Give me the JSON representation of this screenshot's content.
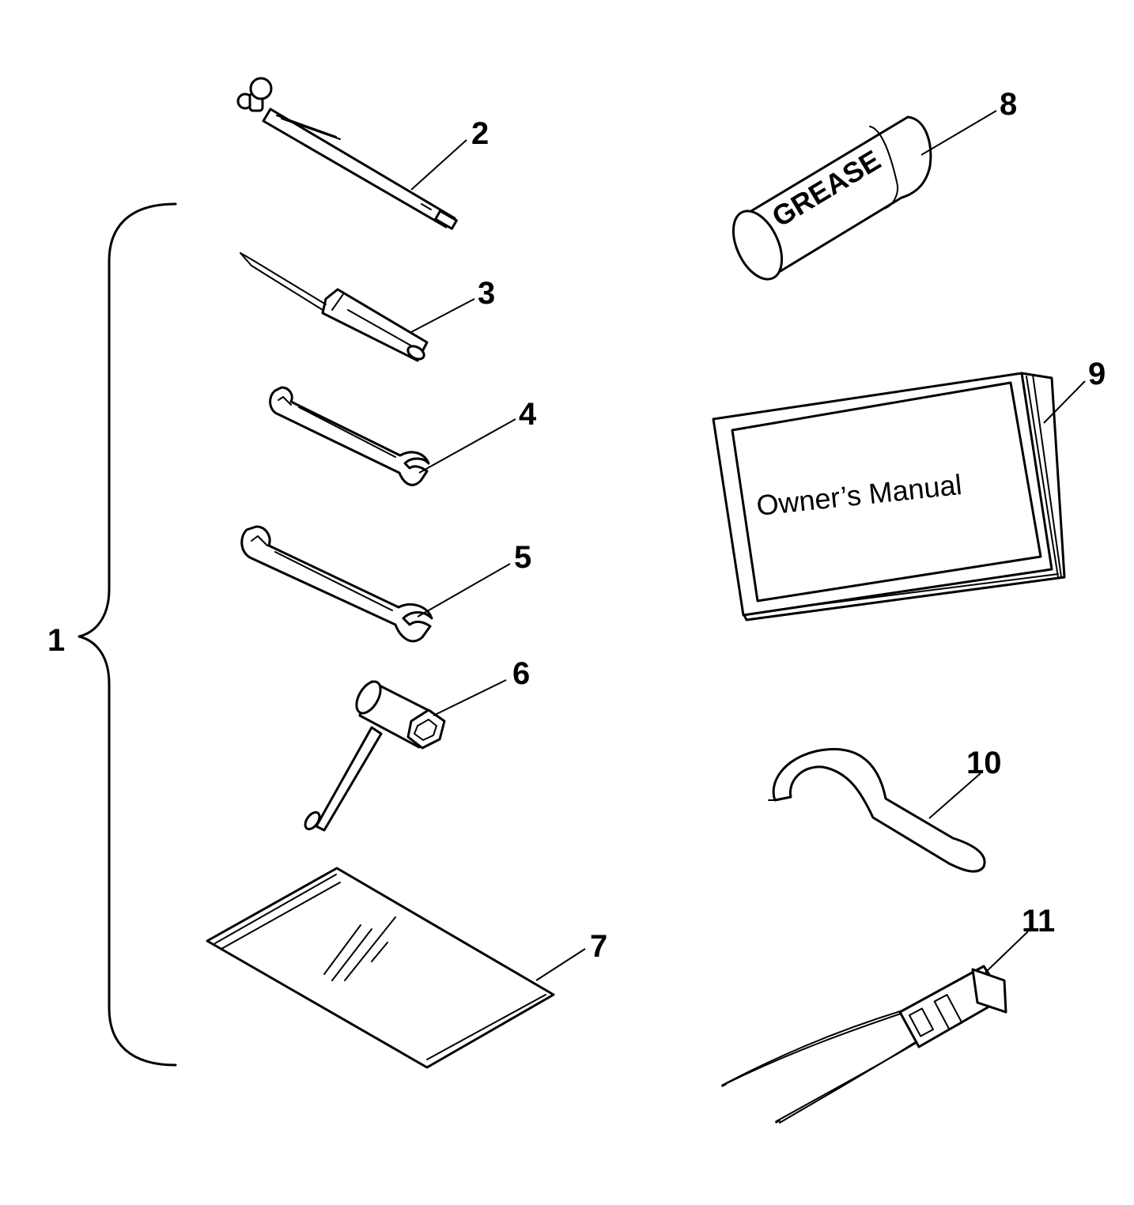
{
  "callouts": [
    "1",
    "2",
    "3",
    "4",
    "5",
    "6",
    "7",
    "8",
    "9",
    "10",
    "11"
  ],
  "labels": {
    "grease": "GREASE",
    "manual": "Owner’s Manual"
  },
  "colors": {
    "ink": "#000000",
    "paper": "#ffffff"
  }
}
